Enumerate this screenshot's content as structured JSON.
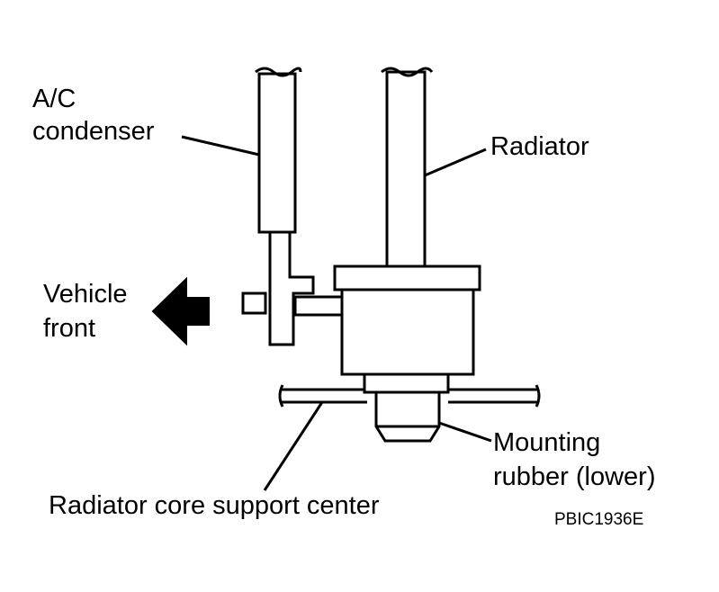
{
  "labels": {
    "ac_condenser_line1": "A/C",
    "ac_condenser_line2": "condenser",
    "radiator": "Radiator",
    "vehicle_front_line1": "Vehicle",
    "vehicle_front_line2": "front",
    "mounting_rubber_line1": "Mounting",
    "mounting_rubber_line2": "rubber (lower)",
    "core_support": "Radiator core support center",
    "figure_code": "PBIC1936E"
  },
  "colors": {
    "ink": "#000000",
    "paper": "#ffffff"
  }
}
